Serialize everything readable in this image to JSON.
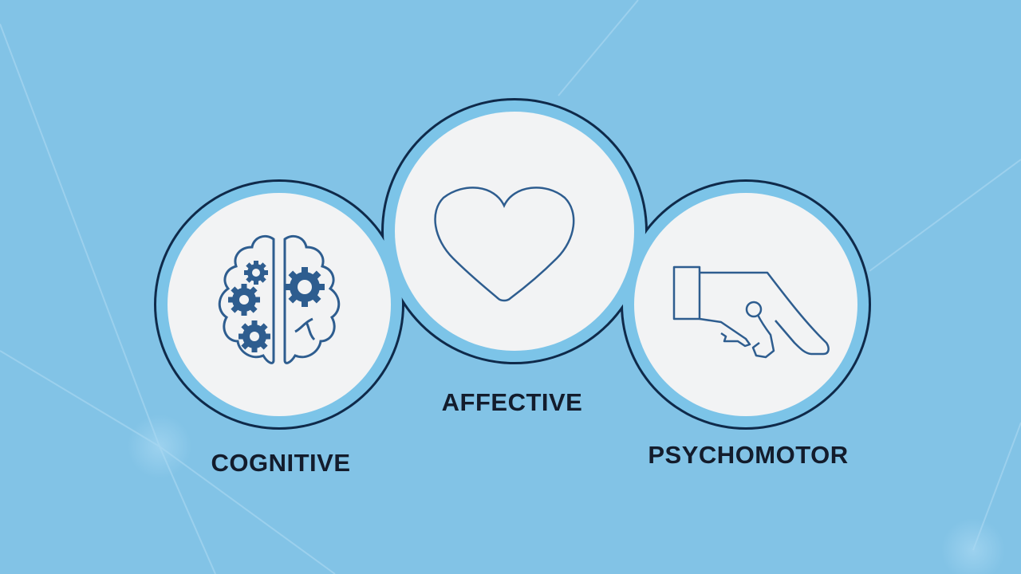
{
  "colors": {
    "background": "#82c3e6",
    "outline": "#0f2a4a",
    "ring": "#7cc4e8",
    "fill": "#f2f3f4",
    "icon": "#2e5d8f",
    "label": "#131c2c"
  },
  "domains": [
    {
      "label": "COGNITIVE",
      "icon": "brain-gears-icon"
    },
    {
      "label": "AFFECTIVE",
      "icon": "heart-icon"
    },
    {
      "label": "PSYCHOMOTOR",
      "icon": "hand-pointing-icon"
    }
  ]
}
